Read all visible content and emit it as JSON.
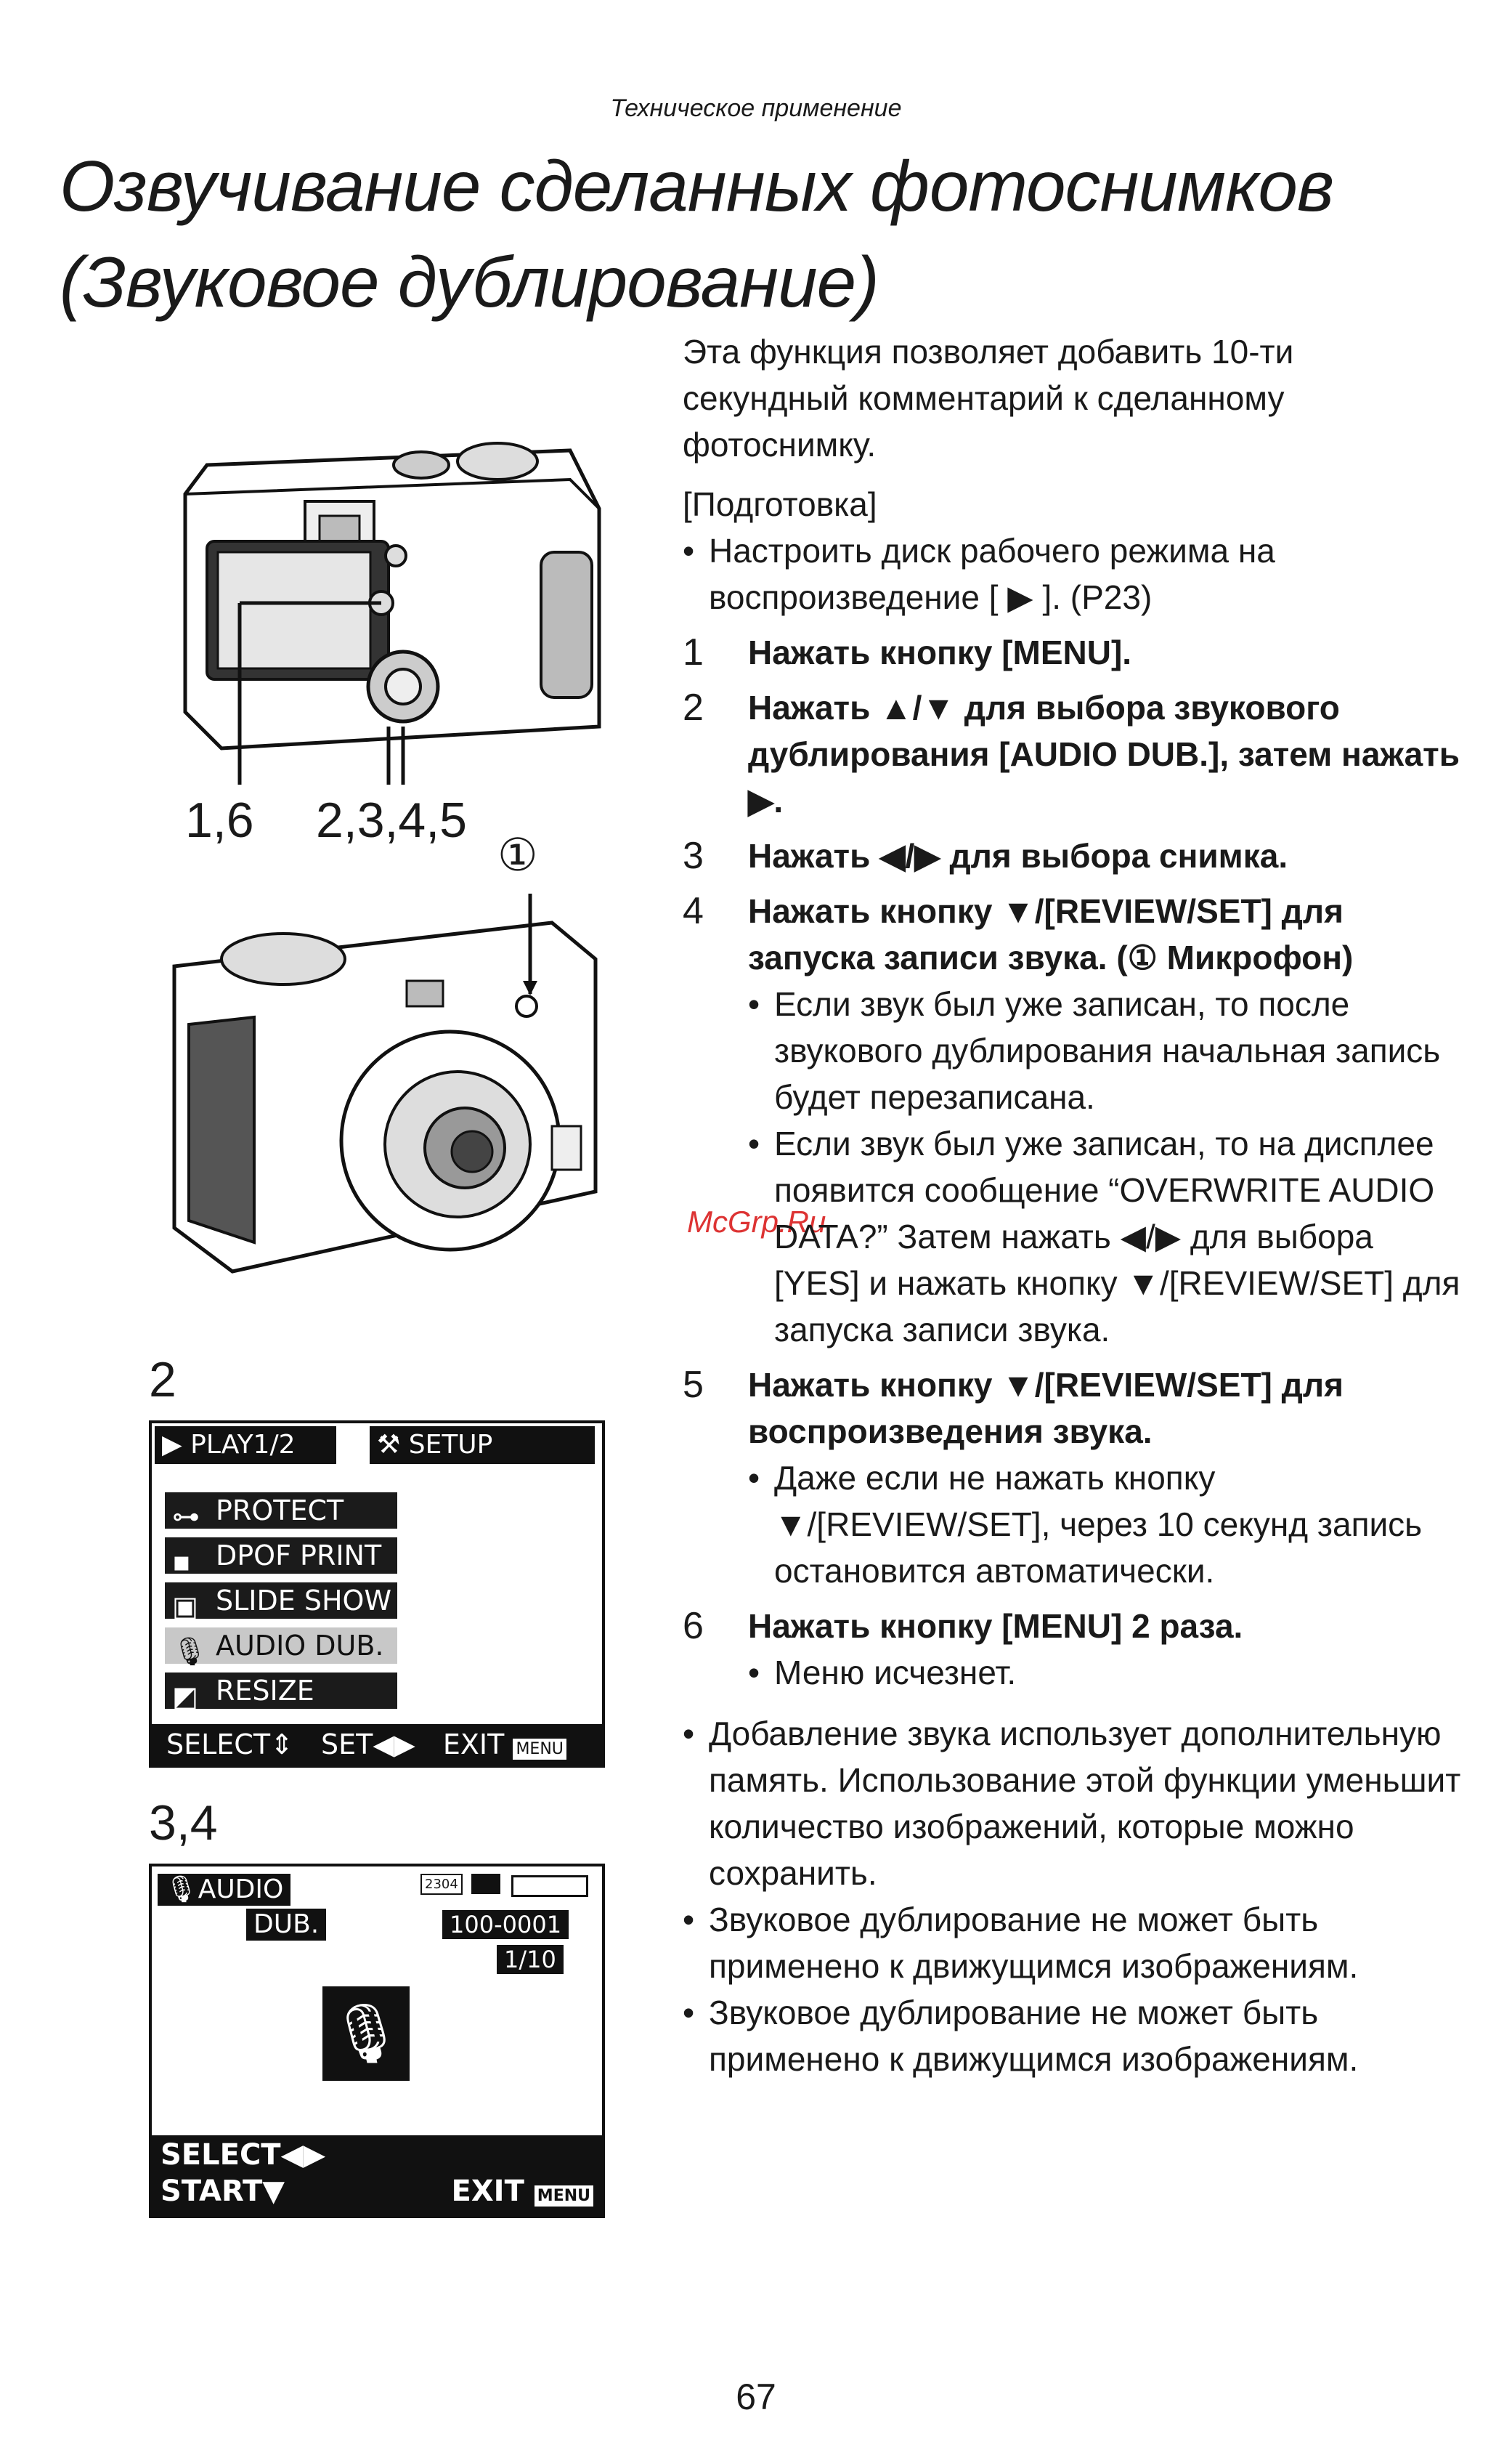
{
  "header": {
    "section": "Техническое применение"
  },
  "title": {
    "line1": "Озвучивание сделанных фотоснимков",
    "line2": "(Звуковое дублирование)"
  },
  "figures": {
    "label_buttons_a": "1,6",
    "label_buttons_b": "2,3,4,5",
    "label_circle": "①",
    "fig2_label": "2",
    "fig34_label": "3,4"
  },
  "menu_screen": {
    "tab_play": "PLAY1/2",
    "tab_setup": "SETUP",
    "items": [
      "PROTECT",
      "DPOF PRINT",
      "SLIDE SHOW",
      "AUDIO DUB.",
      "RESIZE"
    ],
    "bottom": {
      "select": "SELECT",
      "set": "SET",
      "exit": "EXIT",
      "menu": "MENU"
    }
  },
  "audio_screen": {
    "audio": "AUDIO",
    "dub": "DUB.",
    "res": "2304",
    "folder": "100-0001",
    "count": "1/10",
    "select": "SELECT",
    "start": "START",
    "exit": "EXIT",
    "menu": "MENU"
  },
  "intro": {
    "text": "Эта функция позволяет добавить 10-ти секундный комментарий к сделанному фотоснимку.",
    "prep": "[Подготовка]",
    "prep_bullet": "Настроить диск рабочего режима на воспроизведение [ ▶ ]. (P23)"
  },
  "steps": [
    {
      "n": "1",
      "t": "Нажать кнопку [MENU]."
    },
    {
      "n": "2",
      "t": "Нажать ▲/▼ для выбора звукового дублирования [AUDIO DUB.], затем нажать ▶."
    },
    {
      "n": "3",
      "t": "Нажать ◀/▶ для выбора снимка."
    },
    {
      "n": "4",
      "t": "Нажать кнопку ▼/[REVIEW/SET] для запуска записи звука. (① Микрофон)"
    },
    {
      "n": "5",
      "t": "Нажать кнопку ▼/[REVIEW/SET] для воспроизведения звука."
    },
    {
      "n": "6",
      "t": "Нажать кнопку [MENU] 2 раза."
    }
  ],
  "step4_bullets": [
    "Если звук был уже записан, то после звукового дублирования начальная запись будет перезаписана.",
    "Если звук был уже записан, то на дисплее появится сообщение “OVERWRITE AUDIO DATA?” Затем нажать ◀/▶ для выбора [YES] и нажать кнопку ▼/[REVIEW/SET] для запуска записи звука."
  ],
  "step5_bullet": "Даже если не нажать кнопку ▼/[REVIEW/SET], через 10 секунд запись остановится автоматически.",
  "step6_bullet": "Меню исчезнет.",
  "notes": [
    "Добавление звука использует дополнительную память. Использование этой функции уменьшит количество изображений, которые можно сохранить.",
    "Звуковое дублирование не может быть применено к движущимся изображениям.",
    "Звуковое дублирование не может быть применено к движущимся изображениям."
  ],
  "watermark": "McGrp.Ru",
  "page_number": "67",
  "bullet_char": "•"
}
